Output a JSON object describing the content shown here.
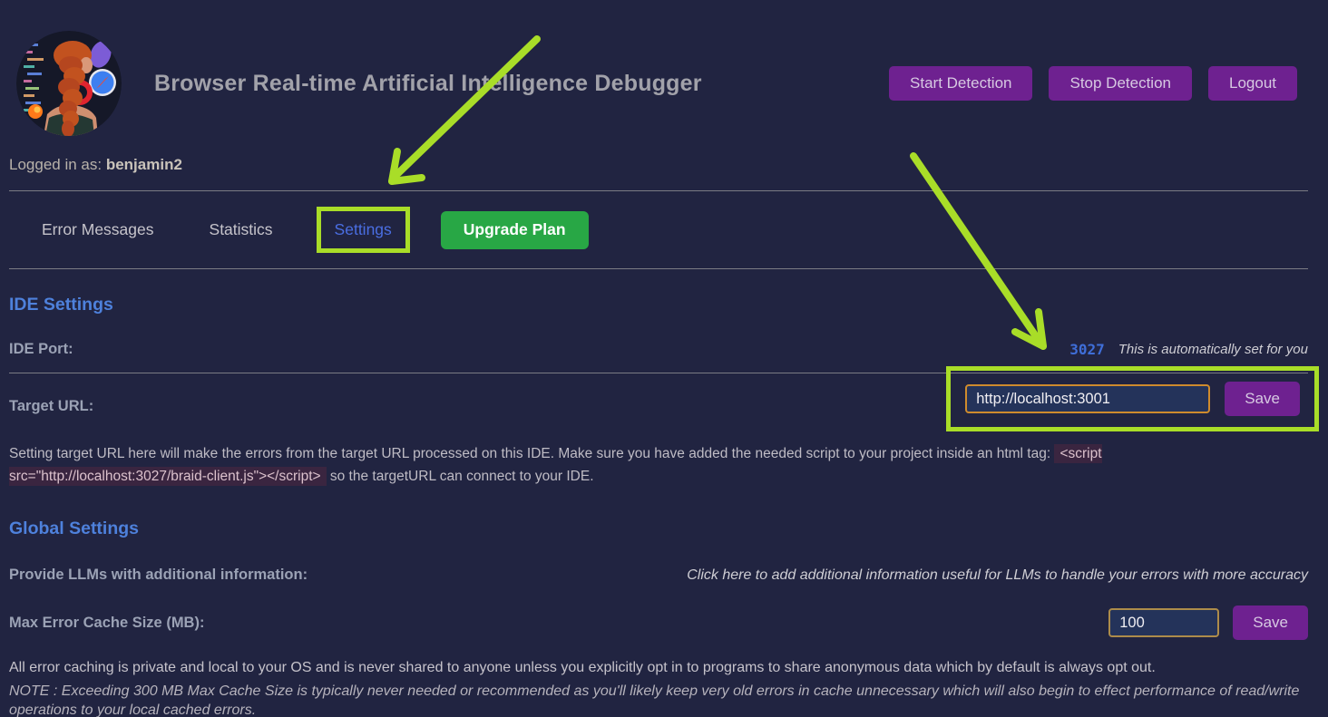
{
  "app": {
    "title": "Browser Real-time Artificial Intelligence Debugger"
  },
  "header": {
    "buttons": [
      {
        "label": "Start Detection"
      },
      {
        "label": "Stop Detection"
      },
      {
        "label": "Logout"
      }
    ],
    "logged_in_label": "Logged in as:",
    "username": "benjamin2"
  },
  "nav": {
    "tabs": [
      {
        "label": "Error Messages",
        "active": false
      },
      {
        "label": "Statistics",
        "active": false
      },
      {
        "label": "Settings",
        "active": true
      }
    ],
    "upgrade_label": "Upgrade Plan"
  },
  "ide_settings": {
    "heading": "IDE Settings",
    "ide_port": {
      "label": "IDE Port:",
      "value": "3027",
      "note": "This is automatically set for you"
    },
    "target_url": {
      "label": "Target URL:",
      "input_value": "http://localhost:3001",
      "save_label": "Save",
      "description_before": "Setting target URL here will make the errors from the target URL processed on this IDE. Make sure you have added the needed script to your project inside an html tag: ",
      "description_code": "<script src=\"http://localhost:3027/braid-client.js\"></script>",
      "description_after": " so the targetURL can connect to your IDE."
    }
  },
  "global_settings": {
    "heading": "Global Settings",
    "llm_info": {
      "label": "Provide LLMs with additional information:",
      "link_text": "Click here to add additional information useful for LLMs to handle your errors with more accuracy"
    },
    "max_cache": {
      "label": "Max Error Cache Size (MB):",
      "input_value": "100",
      "save_label": "Save"
    },
    "privacy_text": "All error caching is private and local to your OS and is never shared to anyone unless you explicitly opt in to programs to share anonymous data which by default is always opt out.",
    "note_text": "NOTE : Exceeding 300 MB Max Cache Size is typically never needed or recommended as you'll likely keep very old errors in cache unnecessary which will also begin to effect performance of read/write operations to your local cached errors."
  },
  "colors": {
    "background": "#212441",
    "accent_annotation_green": "#a9dd28",
    "button_purple": "#6e2190",
    "upgrade_green": "#28a745",
    "heading_blue": "#4e81dc",
    "active_tab_blue": "#4a6ee2",
    "port_value_blue": "#3f6ed8",
    "input_focus_orange": "#cf8b2d"
  }
}
